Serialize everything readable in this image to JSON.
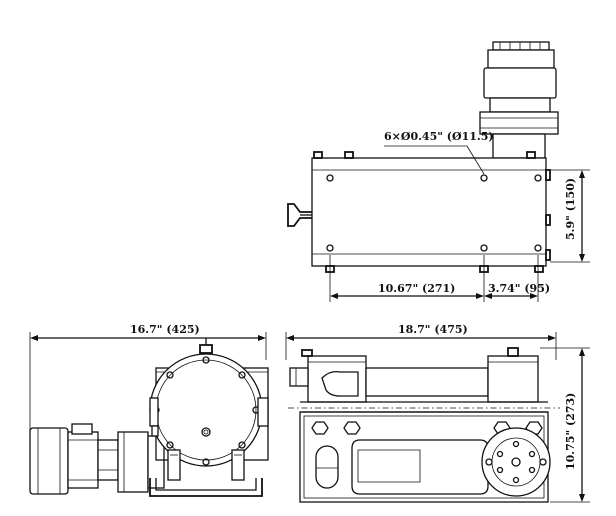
{
  "dimensions": {
    "holes": "6×Ø0.45\" (Ø11.5)",
    "top_height": "5.9\" (150)",
    "top_len_a": "10.67\" (271)",
    "top_len_b": "3.74\" (95)",
    "side_width": "16.7\" (425)",
    "front_width": "18.7\" (475)",
    "front_height": "10.75\" (273)"
  }
}
